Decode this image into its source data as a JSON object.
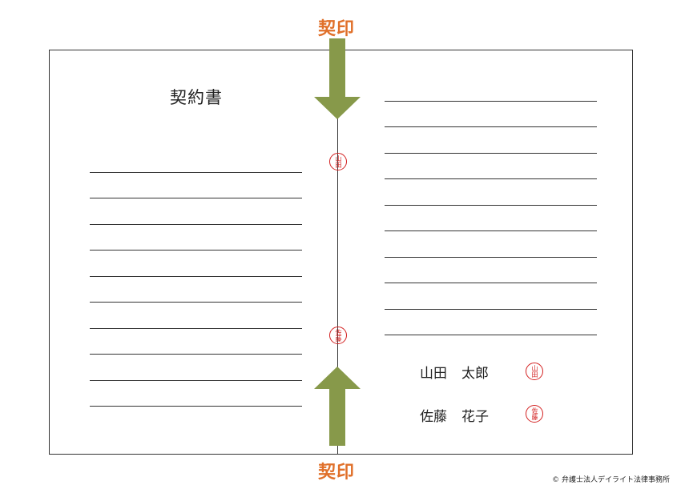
{
  "seal_label": "契印",
  "document": {
    "title": "契約書"
  },
  "signers": [
    {
      "surname": "山田",
      "given": "太郎",
      "stamp": "山田"
    },
    {
      "surname": "佐藤",
      "given": "花子",
      "stamp": "佐藤"
    }
  ],
  "spine_stamps": [
    "山田",
    "佐藤"
  ],
  "colors": {
    "arrow": "#87994a",
    "seal_label": "#e0702a",
    "stamp": "#d32020"
  },
  "copyright": "© 弁護士法人デイライト法律事務所"
}
